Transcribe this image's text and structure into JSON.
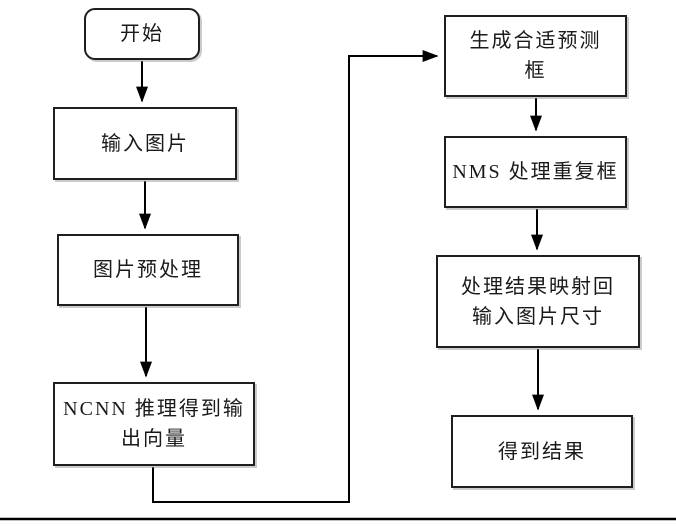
{
  "diagram": {
    "type": "flowchart",
    "background": "#ffffff",
    "line_color": "#000000",
    "box_border_color": "#1f1f1f",
    "text_color": "#1a1a1a",
    "nodes": [
      {
        "id": "start",
        "shape": "rounded-rect",
        "label": "开始"
      },
      {
        "id": "input-image",
        "shape": "rect",
        "label": "输入图片"
      },
      {
        "id": "preprocess",
        "shape": "rect",
        "label": "图片预处理"
      },
      {
        "id": "ncnn-inference",
        "shape": "rect",
        "label": [
          "NCNN 推理得到输",
          "出向量"
        ]
      },
      {
        "id": "generate-boxes",
        "shape": "rect",
        "label": [
          "生成合适预测",
          "框"
        ]
      },
      {
        "id": "nms",
        "shape": "rect",
        "label": "NMS 处理重复框"
      },
      {
        "id": "map-back",
        "shape": "rect",
        "label": [
          "处理结果映射回",
          "输入图片尺寸"
        ]
      },
      {
        "id": "result",
        "shape": "rect",
        "label": "得到结果"
      }
    ],
    "edges": [
      {
        "from": "start",
        "to": "input-image",
        "style": "arrow-down"
      },
      {
        "from": "input-image",
        "to": "preprocess",
        "style": "arrow-down"
      },
      {
        "from": "preprocess",
        "to": "ncnn-inference",
        "style": "arrow-down"
      },
      {
        "from": "ncnn-inference",
        "to": "generate-boxes",
        "style": "elbow-down-right-up-right-arrow"
      },
      {
        "from": "generate-boxes",
        "to": "nms",
        "style": "arrow-down"
      },
      {
        "from": "nms",
        "to": "map-back",
        "style": "arrow-down"
      },
      {
        "from": "map-back",
        "to": "result",
        "style": "arrow-down"
      }
    ],
    "footer_rule": {
      "present": true
    }
  }
}
